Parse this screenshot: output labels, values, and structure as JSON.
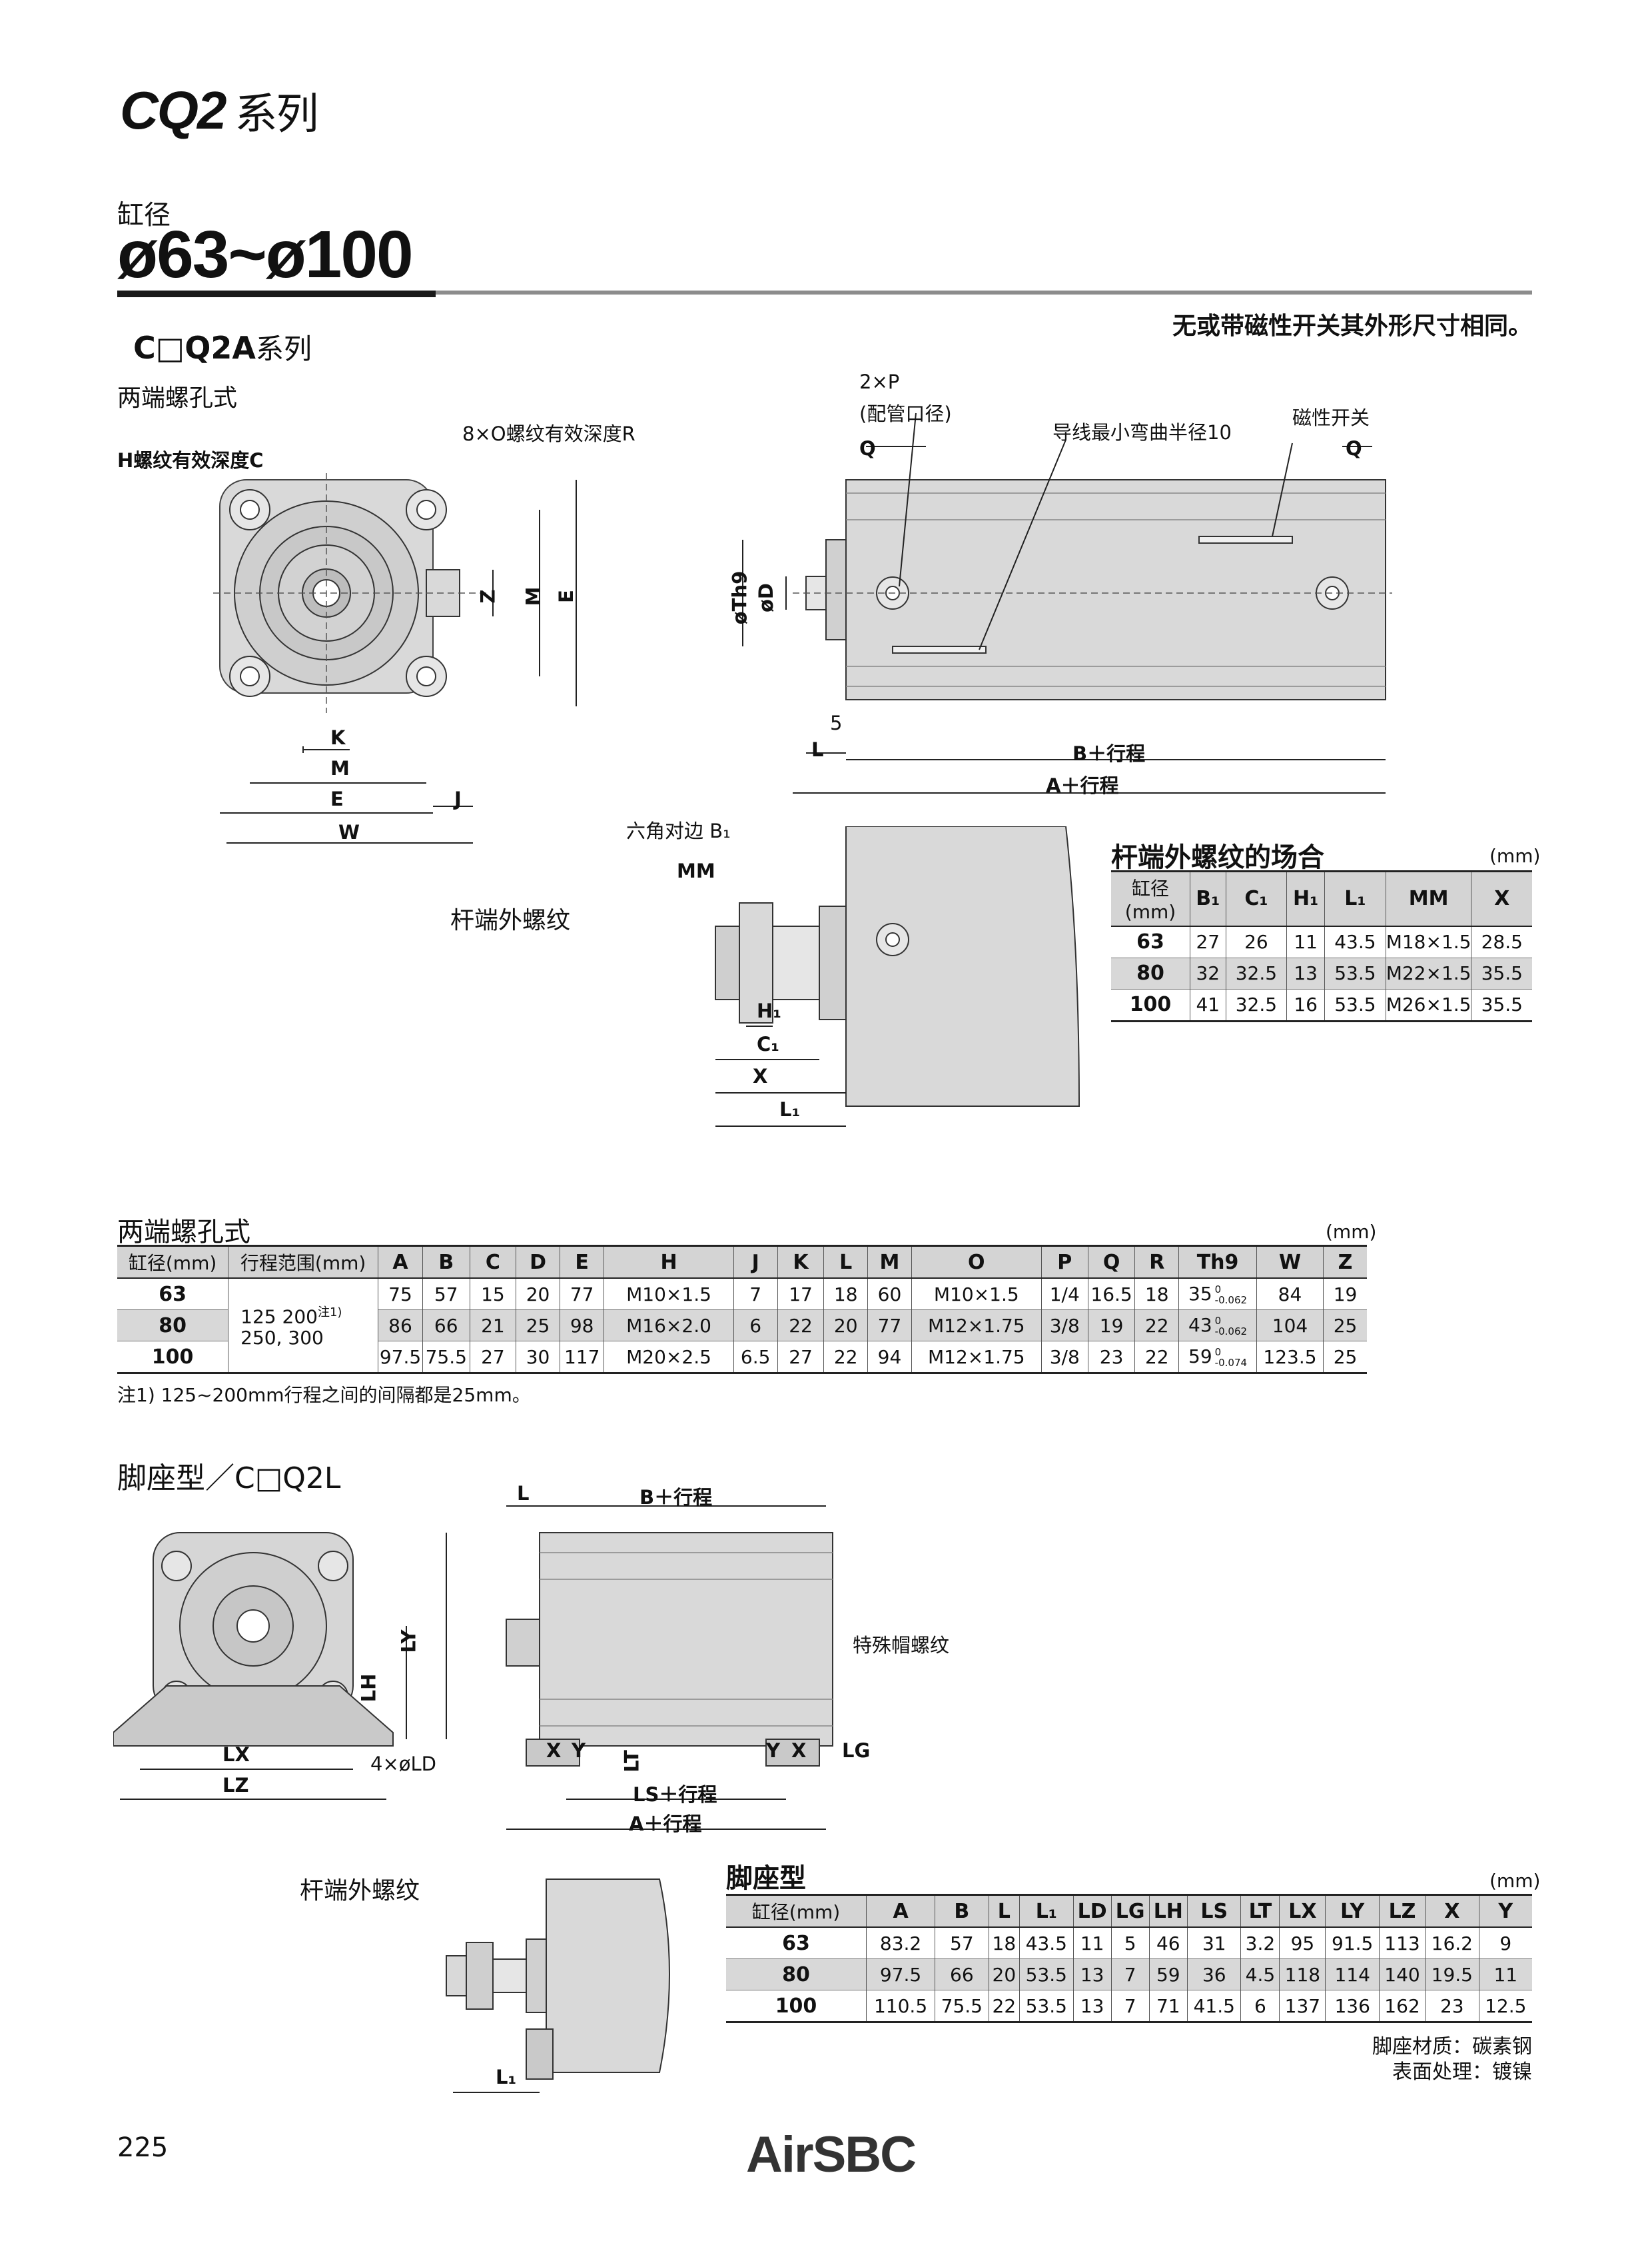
{
  "header": {
    "series": "CQ2",
    "series_suffix": "系列",
    "bore_label": "缸径",
    "bore_range": "ø63~ø100"
  },
  "section_a": {
    "title_main": "C□Q2A",
    "title_suffix": "系列",
    "note_right": "无或带磁性开关其外形尺寸相同。",
    "subtitle": "两端螺孔式",
    "rod_thread_label": "杆端外螺纹",
    "front_view_labels": {
      "h_thread": "H螺纹有效深度C",
      "o_thread": "8×O螺纹有效深度R",
      "Z": "Z",
      "M": "M",
      "E": "E",
      "K": "K",
      "M2": "M",
      "E2": "E",
      "J": "J",
      "W": "W"
    },
    "side_view_labels": {
      "port": "2×P",
      "port_sub": "(配管口径)",
      "bend": "导线最小弯曲半径10",
      "switch": "磁性开关",
      "Q1": "Q",
      "Q2": "Q",
      "Th9": "øTh9",
      "D": "øD",
      "five": "5",
      "L": "L",
      "B_stroke": "B＋行程",
      "A_stroke": "A＋行程"
    },
    "rod_view_labels": {
      "hex": "六角对边 B₁",
      "MM": "MM",
      "H1": "H₁",
      "C1": "C₁",
      "X": "X",
      "L1": "L₁"
    }
  },
  "rod_table": {
    "title": "杆端外螺纹的场合",
    "unit": "(mm)",
    "headers": [
      "缸径\n(mm)",
      "B₁",
      "C₁",
      "H₁",
      "L₁",
      "MM",
      "X"
    ],
    "rows": [
      [
        "63",
        "27",
        "26",
        "11",
        "43.5",
        "M18×1.5",
        "28.5"
      ],
      [
        "80",
        "32",
        "32.5",
        "13",
        "53.5",
        "M22×1.5",
        "35.5"
      ],
      [
        "100",
        "41",
        "32.5",
        "16",
        "53.5",
        "M26×1.5",
        "35.5"
      ]
    ]
  },
  "main_table": {
    "title": "两端螺孔式",
    "unit": "(mm)",
    "headers": [
      "缸径(mm)",
      "行程范围(mm)",
      "A",
      "B",
      "C",
      "D",
      "E",
      "H",
      "J",
      "K",
      "L",
      "M",
      "O",
      "P",
      "Q",
      "R",
      "Th9",
      "W",
      "Z"
    ],
    "stroke_range": "125  200",
    "stroke_note_mark": "注1)",
    "stroke_range_2": "250, 300",
    "th9_tol_upper": "0",
    "rows": [
      {
        "bore": "63",
        "A": "75",
        "B": "57",
        "C": "15",
        "D": "20",
        "E": "77",
        "H": "M10×1.5",
        "J": "7",
        "K": "17",
        "L": "18",
        "M": "60",
        "O": "M10×1.5",
        "P": "1/4",
        "Q": "16.5",
        "R": "18",
        "Th9": "35",
        "tol": "-0.062",
        "W": "84",
        "Z": "19"
      },
      {
        "bore": "80",
        "A": "86",
        "B": "66",
        "C": "21",
        "D": "25",
        "E": "98",
        "H": "M16×2.0",
        "J": "6",
        "K": "22",
        "L": "20",
        "M": "77",
        "O": "M12×1.75",
        "P": "3/8",
        "Q": "19",
        "R": "22",
        "Th9": "43",
        "tol": "-0.062",
        "W": "104",
        "Z": "25"
      },
      {
        "bore": "100",
        "A": "97.5",
        "B": "75.5",
        "C": "27",
        "D": "30",
        "E": "117",
        "H": "M20×2.5",
        "J": "6.5",
        "K": "27",
        "L": "22",
        "M": "94",
        "O": "M12×1.75",
        "P": "3/8",
        "Q": "23",
        "R": "22",
        "Th9": "59",
        "tol": "-0.074",
        "W": "123.5",
        "Z": "25"
      }
    ],
    "footnote": "注1) 125~200mm行程之间的间隔都是25mm。"
  },
  "section_b": {
    "title": "脚座型／C□Q2L",
    "rod_thread_label": "杆端外螺纹",
    "front_labels": {
      "LY": "LY",
      "LH": "LH",
      "LX": "LX",
      "LZ": "LZ",
      "LD": "4×øLD"
    },
    "side_labels": {
      "L": "L",
      "B_stroke": "B＋行程",
      "special_nut": "特殊帽螺纹",
      "X": "X",
      "Y": "Y",
      "LT": "LT",
      "Y2": "Y",
      "X2": "X",
      "LG": "LG",
      "LS_stroke": "LS＋行程",
      "A_stroke": "A＋行程"
    },
    "rod_labels": {
      "L1": "L₁"
    }
  },
  "foot_table": {
    "title": "脚座型",
    "unit": "(mm)",
    "headers": [
      "缸径(mm)",
      "A",
      "B",
      "L",
      "L₁",
      "LD",
      "LG",
      "LH",
      "LS",
      "LT",
      "LX",
      "LY",
      "LZ",
      "X",
      "Y"
    ],
    "rows": [
      [
        "63",
        "83.2",
        "57",
        "18",
        "43.5",
        "11",
        "5",
        "46",
        "31",
        "3.2",
        "95",
        "91.5",
        "113",
        "16.2",
        "9"
      ],
      [
        "80",
        "97.5",
        "66",
        "20",
        "53.5",
        "13",
        "7",
        "59",
        "36",
        "4.5",
        "118",
        "114",
        "140",
        "19.5",
        "11"
      ],
      [
        "100",
        "110.5",
        "75.5",
        "22",
        "53.5",
        "13",
        "7",
        "71",
        "41.5",
        "6",
        "137",
        "136",
        "162",
        "23",
        "12.5"
      ]
    ],
    "material_note": "脚座材质：碳素钢",
    "surface_note": "表面处理：镀镍"
  },
  "footer": {
    "page_number": "225",
    "brand": "AirSBC"
  }
}
